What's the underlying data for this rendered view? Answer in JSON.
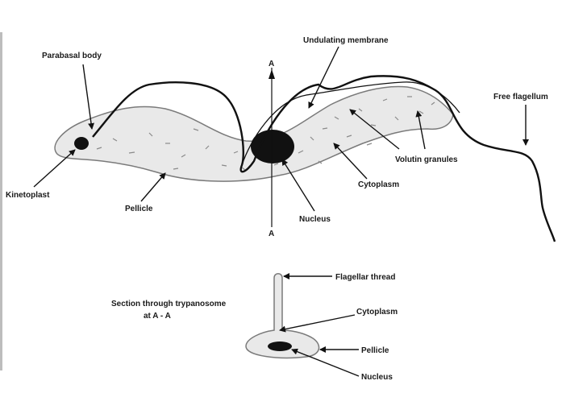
{
  "diagram": {
    "main_labels": {
      "parabasal_body": "Parabasal body",
      "undulating_membrane": "Undulating membrane",
      "free_flagellum": "Free flagellum",
      "kinetoplast": "Kinetoplast",
      "pellicle": "Pellicle",
      "nucleus": "Nucleus",
      "cytoplasm": "Cytoplasm",
      "volutin_granules": "Volutin granules",
      "axis_top": "A",
      "axis_bottom": "A"
    },
    "section_labels": {
      "title_line1": "Section through trypanosome",
      "title_line2": "at A - A",
      "flagellar_thread": "Flagellar thread",
      "cytoplasm": "Cytoplasm",
      "pellicle": "Pellicle",
      "nucleus": "Nucleus"
    }
  },
  "colors": {
    "cytoplasm_fill": "#e9e9e9",
    "outline": "#7a7a7a",
    "ink": "#111111"
  }
}
